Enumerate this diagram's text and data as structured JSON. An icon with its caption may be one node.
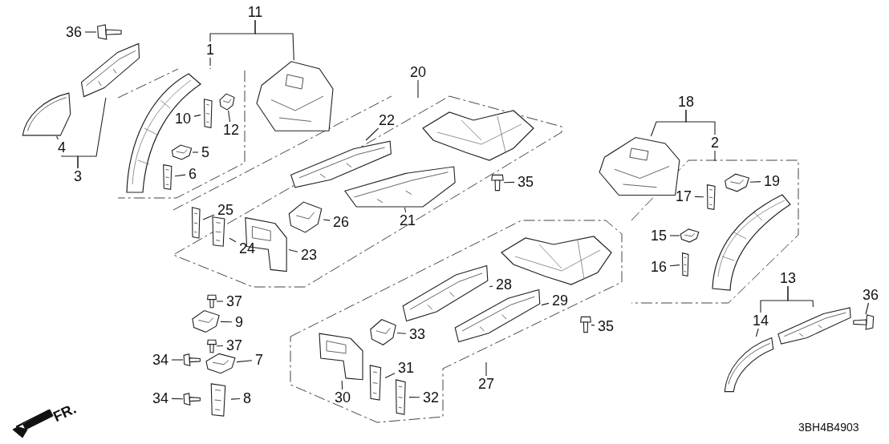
{
  "diagram": {
    "nodes": [
      {
        "text": [
          "11"
        ]
      },
      {
        "text": [],
        "shape": "picture"
      },
      {
        "text": [
          "1"
        ]
      },
      {
        "text": [
          "36"
        ]
      },
      {
        "text": [],
        "shape": "picture"
      },
      {
        "text": [],
        "shape": "picture"
      },
      {
        "text": [
          "4"
        ]
      },
      {
        "text": [],
        "shape": "picture"
      },
      {
        "text": [
          "3"
        ]
      },
      {
        "text": [
          "10"
        ]
      },
      {
        "text": [],
        "shape": "picture"
      },
      {
        "text": [
          "12"
        ]
      },
      {
        "text": [],
        "shape": "picture"
      },
      {
        "text": [
          "5"
        ]
      },
      {
        "text": [],
        "shape": "picture"
      },
      {
        "text": [
          "6"
        ]
      },
      {
        "text": [],
        "shape": "picture"
      },
      {
        "text": [
          "20"
        ]
      },
      {
        "text": [
          "22"
        ]
      },
      {
        "text": [],
        "shape": "picture"
      },
      {
        "text": [
          "35"
        ]
      },
      {
        "text": [],
        "shape": "picture"
      },
      {
        "text": [],
        "shape": "picture"
      },
      {
        "text": [
          "21"
        ]
      },
      {
        "text": [
          "25"
        ]
      },
      {
        "text": [],
        "shape": "picture"
      },
      {
        "text": [],
        "shape": "picture"
      },
      {
        "text": [
          "26"
        ]
      },
      {
        "text": [],
        "shape": "picture"
      },
      {
        "text": [
          "24"
        ]
      },
      {
        "text": [],
        "shape": "picture"
      },
      {
        "text": [
          "23"
        ]
      },
      {
        "text": [
          "18"
        ]
      },
      {
        "text": [],
        "shape": "picture"
      },
      {
        "text": [
          "2"
        ]
      },
      {
        "text": [],
        "shape": "picture"
      },
      {
        "text": [
          "19"
        ]
      },
      {
        "text": [
          "17"
        ]
      },
      {
        "text": [],
        "shape": "picture"
      },
      {
        "text": [
          "15"
        ]
      },
      {
        "text": [],
        "shape": "picture"
      },
      {
        "text": [
          "16"
        ]
      },
      {
        "text": [],
        "shape": "picture"
      },
      {
        "text": [
          "13"
        ]
      },
      {
        "text": [
          "36"
        ]
      },
      {
        "text": [],
        "shape": "picture"
      },
      {
        "text": [],
        "shape": "picture"
      },
      {
        "text": [
          "14"
        ]
      },
      {
        "text": [],
        "shape": "picture"
      },
      {
        "text": [
          "37"
        ]
      },
      {
        "text": [],
        "shape": "picture"
      },
      {
        "text": [],
        "shape": "picture"
      },
      {
        "text": [
          "9"
        ]
      },
      {
        "text": [
          "37"
        ]
      },
      {
        "text": [],
        "shape": "picture"
      },
      {
        "text": [
          "34"
        ]
      },
      {
        "text": [],
        "shape": "picture"
      },
      {
        "text": [],
        "shape": "picture"
      },
      {
        "text": [
          "7"
        ]
      },
      {
        "text": [
          "34"
        ]
      },
      {
        "text": [],
        "shape": "picture"
      },
      {
        "text": [],
        "shape": "picture"
      },
      {
        "text": [
          "8"
        ]
      },
      {
        "text": [],
        "shape": "picture"
      },
      {
        "text": [
          "28"
        ]
      },
      {
        "text": [],
        "shape": "picture"
      },
      {
        "text": [
          "29"
        ]
      },
      {
        "text": [],
        "shape": "picture"
      },
      {
        "text": [
          "33"
        ]
      },
      {
        "text": [],
        "shape": "picture"
      },
      {
        "text": [
          "35"
        ]
      },
      {
        "text": [],
        "shape": "picture"
      },
      {
        "text": [],
        "shape": "picture"
      },
      {
        "text": [
          "31"
        ]
      },
      {
        "text": [
          "30"
        ]
      },
      {
        "text": [],
        "shape": "picture"
      },
      {
        "text": [
          "32"
        ]
      },
      {
        "text": [
          "27"
        ]
      }
    ],
    "edges": [
      {
        "from": 0,
        "to": 1,
        "arrow": "none"
      },
      {
        "from": 0,
        "to": 2,
        "arrow": "none"
      },
      {
        "from": 2,
        "to": null,
        "arrow": "none",
        "style": "dashed"
      },
      {
        "from": 3,
        "to": 4,
        "arrow": "none"
      },
      {
        "from": 6,
        "to": 7,
        "arrow": "none"
      },
      {
        "from": 8,
        "to": 6,
        "arrow": "none"
      },
      {
        "from": 8,
        "to": 5,
        "arrow": "none"
      },
      {
        "from": 9,
        "to": 10,
        "arrow": "none"
      },
      {
        "from": 11,
        "to": 12,
        "arrow": "none"
      },
      {
        "from": 13,
        "to": 14,
        "arrow": "none"
      },
      {
        "from": 15,
        "to": 16,
        "arrow": "none"
      },
      {
        "from": 17,
        "to": null,
        "arrow": "none"
      },
      {
        "from": 18,
        "to": 19,
        "arrow": "none"
      },
      {
        "from": 20,
        "to": 21,
        "arrow": "none"
      },
      {
        "from": 23,
        "to": 22,
        "arrow": "none"
      },
      {
        "from": 24,
        "to": 25,
        "arrow": "none"
      },
      {
        "from": 27,
        "to": 26,
        "arrow": "none"
      },
      {
        "from": 29,
        "to": 28,
        "arrow": "none"
      },
      {
        "from": 31,
        "to": 30,
        "arrow": "none"
      },
      {
        "from": 32,
        "to": 33,
        "arrow": "none"
      },
      {
        "from": 32,
        "to": 34,
        "arrow": "none"
      },
      {
        "from": 34,
        "to": null,
        "arrow": "none"
      },
      {
        "from": 36,
        "to": 35,
        "arrow": "none"
      },
      {
        "from": 37,
        "to": 38,
        "arrow": "none"
      },
      {
        "from": 39,
        "to": 40,
        "arrow": "none"
      },
      {
        "from": 41,
        "to": 42,
        "arrow": "none"
      },
      {
        "from": 43,
        "to": 47,
        "arrow": "none"
      },
      {
        "from": 43,
        "to": 45,
        "arrow": "none"
      },
      {
        "from": 44,
        "to": 46,
        "arrow": "none"
      },
      {
        "from": 47,
        "to": 48,
        "arrow": "none"
      },
      {
        "from": 49,
        "to": 50,
        "arrow": "none"
      },
      {
        "from": 52,
        "to": 51,
        "arrow": "none"
      },
      {
        "from": 53,
        "to": 54,
        "arrow": "none"
      },
      {
        "from": 55,
        "to": 56,
        "arrow": "none"
      },
      {
        "from": 58,
        "to": 57,
        "arrow": "none"
      },
      {
        "from": 59,
        "to": 60,
        "arrow": "none"
      },
      {
        "from": 62,
        "to": 61,
        "arrow": "none"
      },
      {
        "from": 64,
        "to": 63,
        "arrow": "none"
      },
      {
        "from": 66,
        "to": 65,
        "arrow": "none"
      },
      {
        "from": 68,
        "to": 67,
        "arrow": "none"
      },
      {
        "from": 70,
        "to": 69,
        "arrow": "none"
      },
      {
        "from": 73,
        "to": 72,
        "arrow": "none"
      },
      {
        "from": 74,
        "to": 71,
        "arrow": "none"
      },
      {
        "from": 76,
        "to": 75,
        "arrow": "none"
      },
      {
        "from": 77,
        "to": null,
        "arrow": "none"
      }
    ],
    "labels": [
      "FR.",
      "3BH4B4903"
    ]
  }
}
